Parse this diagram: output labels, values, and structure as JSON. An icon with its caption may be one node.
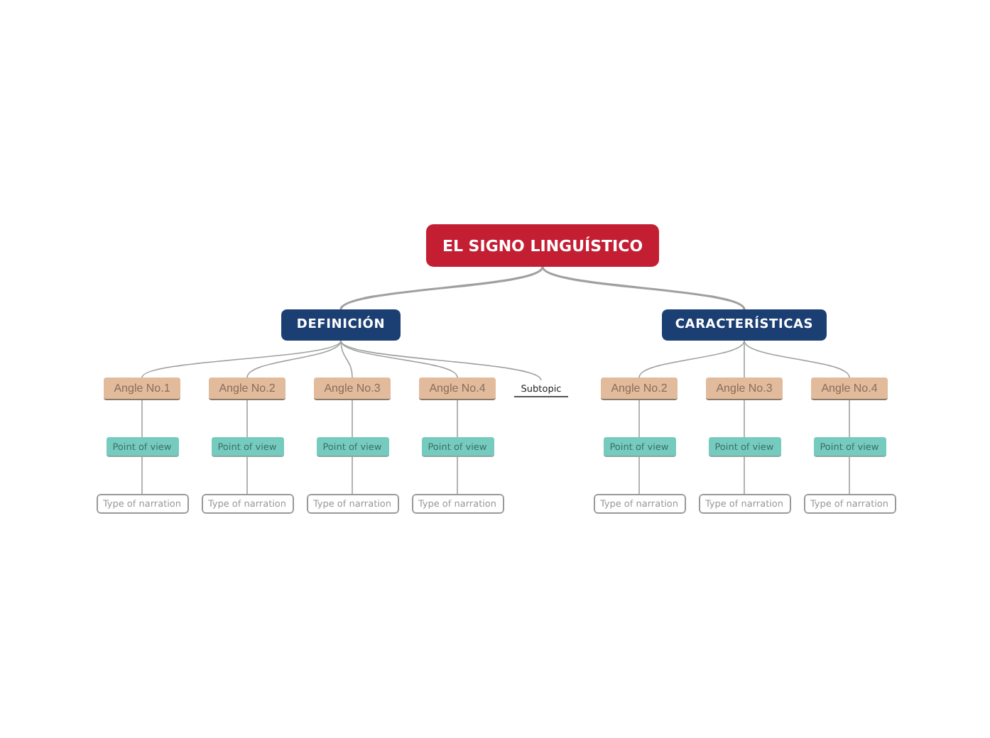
{
  "diagram": {
    "nodes": [
      {
        "text": [
          "EL SIGNO LINGUÍSTICO"
        ]
      },
      {
        "text": [
          "DEFINICIÓN"
        ]
      },
      {
        "text": [
          "CARACTERÍSTICAS"
        ]
      },
      {
        "text": [
          "Angle No.1"
        ]
      },
      {
        "text": [
          "Angle No.2"
        ]
      },
      {
        "text": [
          "Angle No.3"
        ]
      },
      {
        "text": [
          "Angle No.4"
        ]
      },
      {
        "text": [
          "Subtopic"
        ]
      },
      {
        "text": [
          "Angle No.2"
        ]
      },
      {
        "text": [
          "Angle No.3"
        ]
      },
      {
        "text": [
          "Angle No.4"
        ]
      },
      {
        "text": [
          "Point of view"
        ]
      },
      {
        "text": [
          "Point of view"
        ]
      },
      {
        "text": [
          "Point of view"
        ]
      },
      {
        "text": [
          "Point of view"
        ]
      },
      {
        "text": [
          "Point of view"
        ]
      },
      {
        "text": [
          "Point of view"
        ]
      },
      {
        "text": [
          "Point of view"
        ]
      },
      {
        "text": [
          "Type of narration"
        ]
      },
      {
        "text": [
          "Type of narration"
        ]
      },
      {
        "text": [
          "Type of narration"
        ]
      },
      {
        "text": [
          "Type of narration"
        ]
      },
      {
        "text": [
          "Type of narration"
        ]
      },
      {
        "text": [
          "Type of narration"
        ]
      },
      {
        "text": [
          "Type of narration"
        ]
      }
    ],
    "edges": [
      {
        "from": 0,
        "to": 1,
        "arrow": "none"
      },
      {
        "from": 0,
        "to": 2,
        "arrow": "none"
      },
      {
        "from": 1,
        "to": 3,
        "arrow": "none"
      },
      {
        "from": 1,
        "to": 4,
        "arrow": "none"
      },
      {
        "from": 1,
        "to": 5,
        "arrow": "none"
      },
      {
        "from": 1,
        "to": 6,
        "arrow": "none"
      },
      {
        "from": 1,
        "to": 7,
        "arrow": "none"
      },
      {
        "from": 2,
        "to": 8,
        "arrow": "none"
      },
      {
        "from": 2,
        "to": 9,
        "arrow": "none"
      },
      {
        "from": 2,
        "to": 10,
        "arrow": "none"
      },
      {
        "from": 3,
        "to": 11,
        "arrow": "none"
      },
      {
        "from": 4,
        "to": 12,
        "arrow": "none"
      },
      {
        "from": 5,
        "to": 13,
        "arrow": "none"
      },
      {
        "from": 6,
        "to": 14,
        "arrow": "none"
      },
      {
        "from": 8,
        "to": 15,
        "arrow": "none"
      },
      {
        "from": 9,
        "to": 16,
        "arrow": "none"
      },
      {
        "from": 10,
        "to": 17,
        "arrow": "none"
      },
      {
        "from": 11,
        "to": 18,
        "arrow": "none"
      },
      {
        "from": 12,
        "to": 19,
        "arrow": "none"
      },
      {
        "from": 13,
        "to": 20,
        "arrow": "none"
      },
      {
        "from": 14,
        "to": 21,
        "arrow": "none"
      },
      {
        "from": 15,
        "to": 22,
        "arrow": "none"
      },
      {
        "from": 16,
        "to": 23,
        "arrow": "none"
      },
      {
        "from": 17,
        "to": 24,
        "arrow": "none"
      }
    ]
  }
}
